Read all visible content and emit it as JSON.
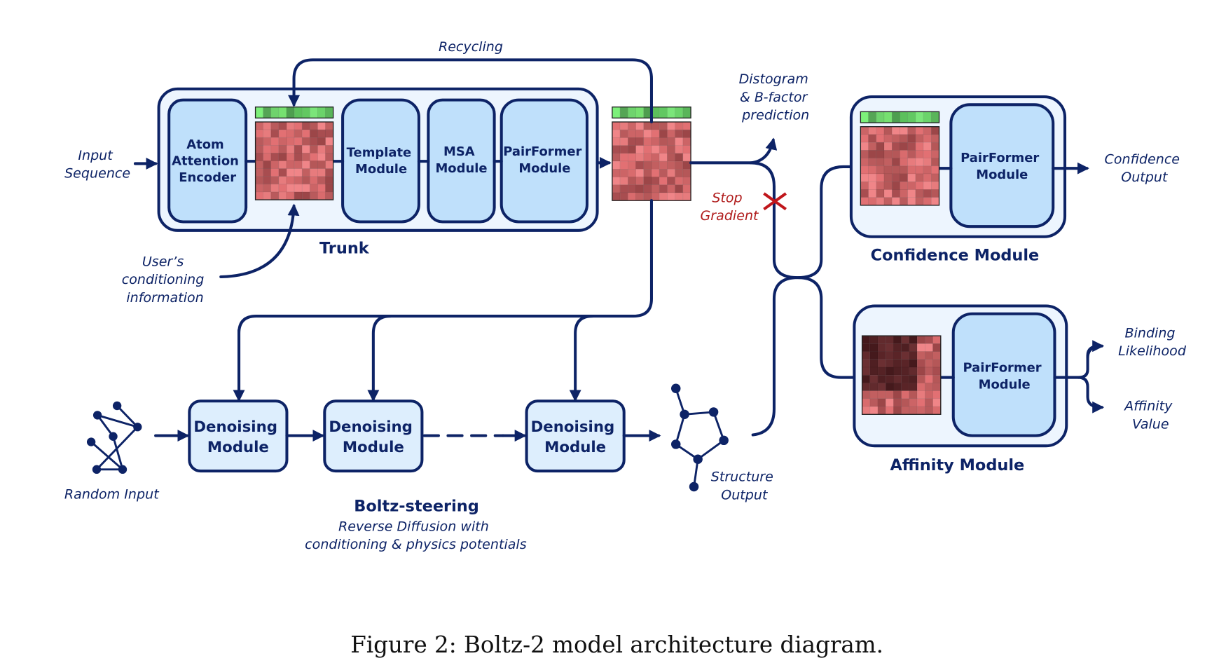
{
  "figure": {
    "caption": "Figure 2:   Boltz-2 model architecture diagram."
  },
  "colors": {
    "primary": "#0d2366",
    "module_fill": "#bfe0fb",
    "outer_fill": "#edf5fe",
    "denoise_fill": "#ddeefd",
    "stop_gradient": "#b01c1c",
    "single_rep_green": "#5fc463",
    "pair_rep_red": "#c8585a"
  },
  "labels": {
    "recycling": "Recycling",
    "input_sequence": [
      "Input",
      "Sequence"
    ],
    "users_conditioning": [
      "User’s",
      "conditioning",
      "information"
    ],
    "distogram": [
      "Distogram",
      "& B-factor",
      "prediction"
    ],
    "stop_gradient": [
      "Stop",
      "Gradient"
    ],
    "confidence_output": [
      "Confidence",
      "Output"
    ],
    "binding_likelihood": [
      "Binding",
      "Likelihood"
    ],
    "affinity_value": [
      "Affinity",
      "Value"
    ],
    "random_input": "Random Input",
    "structure_output": [
      "Structure",
      "Output"
    ]
  },
  "trunk": {
    "title": "Trunk",
    "modules": [
      {
        "name": "atom-attention-encoder",
        "lines": [
          "Atom",
          "Attention",
          "Encoder"
        ]
      },
      {
        "name": "template-module",
        "lines": [
          "Template",
          "Module"
        ]
      },
      {
        "name": "msa-module",
        "lines": [
          "MSA",
          "Module"
        ]
      },
      {
        "name": "pairformer-module",
        "lines": [
          "PairFormer",
          "Module"
        ]
      }
    ]
  },
  "confidence": {
    "title": "Confidence Module",
    "module_lines": [
      "PairFormer",
      "Module"
    ]
  },
  "affinity": {
    "title": "Affinity Module",
    "module_lines": [
      "PairFormer",
      "Module"
    ]
  },
  "diffusion": {
    "title": "Boltz-steering",
    "subtitle": [
      "Reverse Diffusion with",
      "conditioning & physics potentials"
    ],
    "modules": [
      {
        "lines": [
          "Denoising",
          "Module"
        ]
      },
      {
        "lines": [
          "Denoising",
          "Module"
        ]
      },
      {
        "lines": [
          "Denoising",
          "Module"
        ]
      }
    ]
  },
  "heatmaps": {
    "green_shades": [
      "#7df07a",
      "#55a555",
      "#6fd36d",
      "#76e070",
      "#4e9e4f",
      "#5cc05c",
      "#62c862",
      "#7be57a",
      "#6bd36a",
      "#5ab55a"
    ],
    "pair_shades": [
      "#b95a5c",
      "#e27073",
      "#c25f60",
      "#a84d50",
      "#d96b6d",
      "#b55758",
      "#f08588",
      "#9c4648",
      "#cc6466",
      "#e77b7d"
    ],
    "affinity_dark": [
      "#4f1f22",
      "#5a2427",
      "#622a2d",
      "#45191c",
      "#6b2f32",
      "#552225"
    ]
  }
}
